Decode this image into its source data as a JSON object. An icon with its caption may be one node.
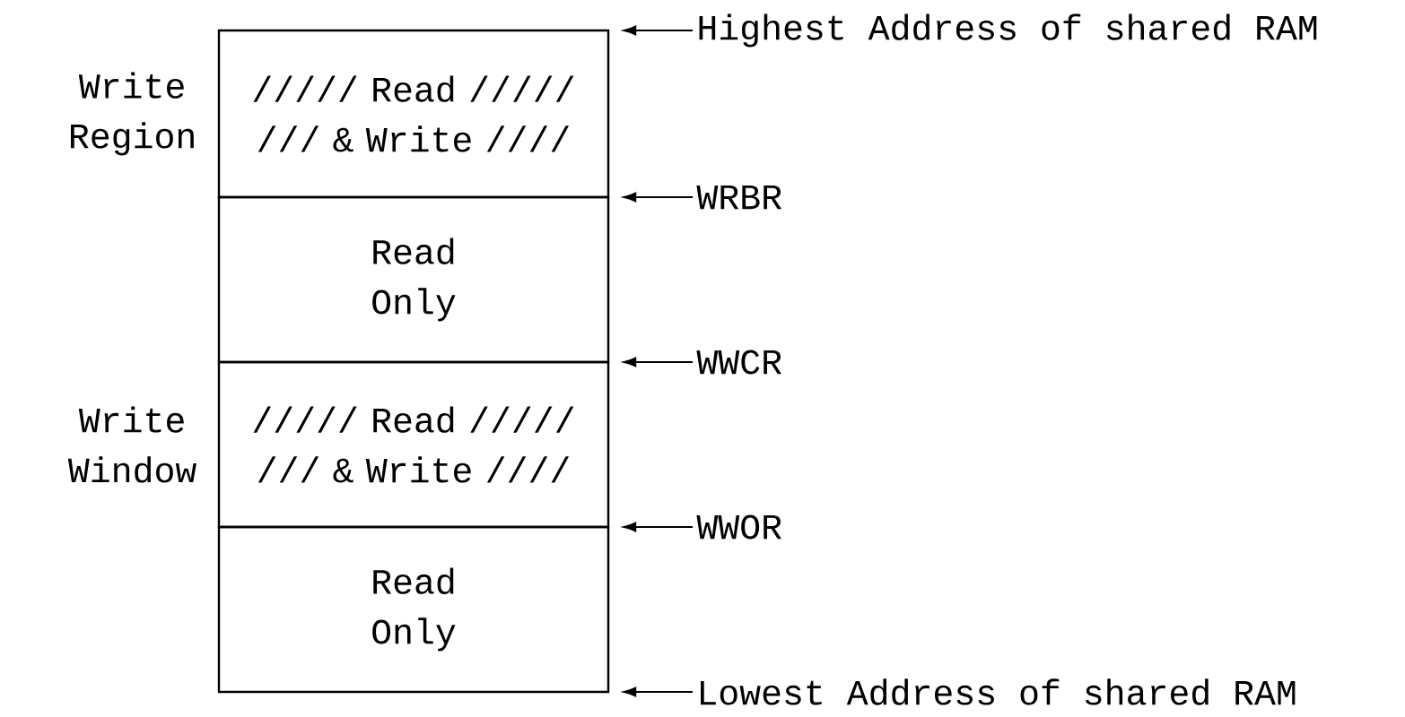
{
  "diagram": {
    "nodes": [
      {
        "text": [
          "///// Read ///// /// & Write ////"
        ],
        "beside": [
          "Write Region"
        ]
      },
      {
        "text": [
          "Read Only"
        ]
      },
      {
        "text": [
          "///// Read ///// /// & Write ////"
        ],
        "beside": [
          "Write Window"
        ]
      },
      {
        "text": [
          "Read Only"
        ]
      },
      {
        "text": [
          "Highest Address of shared RAM"
        ]
      },
      {
        "text": [
          "WRBR"
        ]
      },
      {
        "text": [
          "WWCR"
        ]
      },
      {
        "text": [
          "WWOR"
        ]
      },
      {
        "text": [
          "Lowest Address of shared RAM"
        ]
      }
    ],
    "edges": [
      {
        "from": 4,
        "to": 0,
        "arrow": "to"
      },
      {
        "from": 5,
        "to": 1,
        "arrow": "to"
      },
      {
        "from": 6,
        "to": 2,
        "arrow": "to"
      },
      {
        "from": 7,
        "to": 3,
        "arrow": "to"
      },
      {
        "from": 8,
        "to": 3,
        "arrow": "to"
      }
    ]
  }
}
